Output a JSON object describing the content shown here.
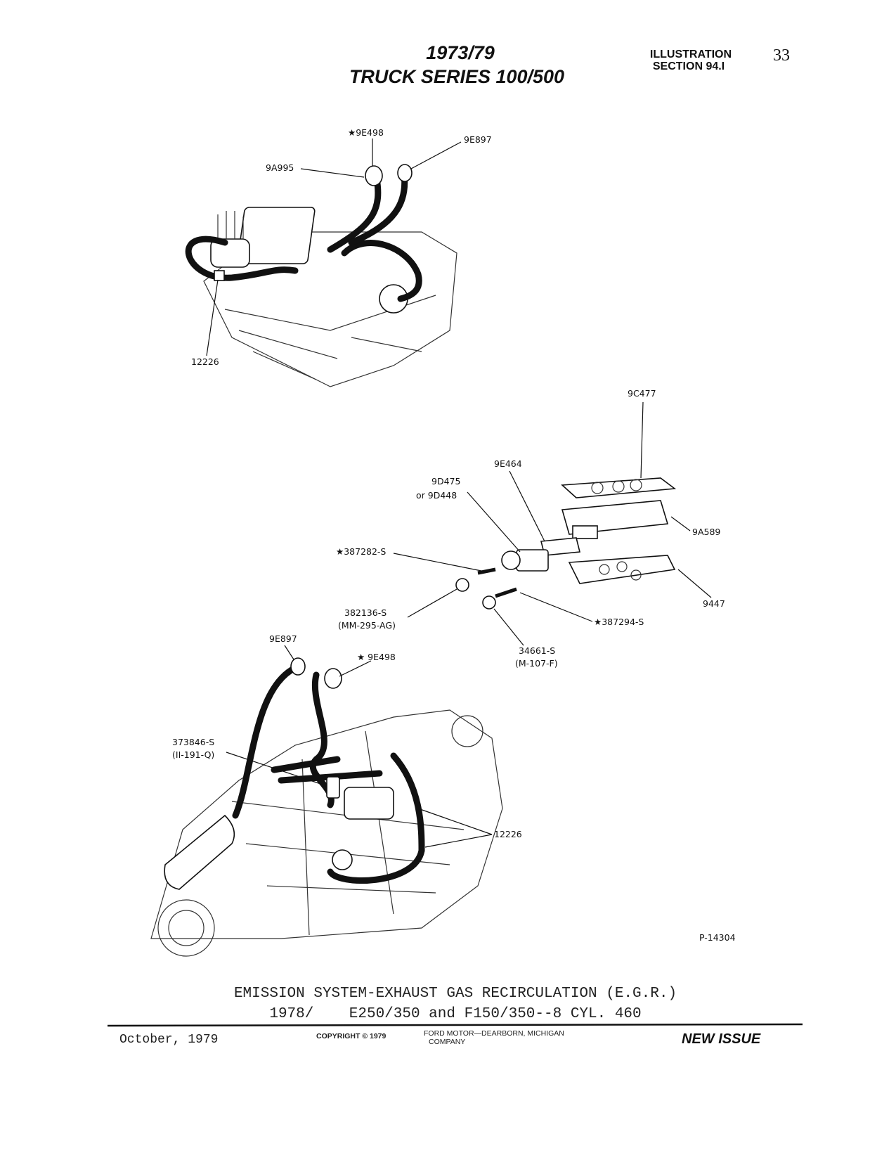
{
  "header": {
    "title_line1": "1973/79",
    "title_line2": "TRUCK SERIES 100/500",
    "illustration_label": "ILLUSTRATION",
    "section_label": "SECTION 94.I",
    "page_number": "33"
  },
  "top_view": {
    "labels": [
      "★9E498",
      "9E897",
      "9A995",
      "12226"
    ]
  },
  "exploded_view": {
    "labels": [
      "9C477",
      "9E464",
      "9D475",
      "or 9D448",
      "9A589",
      "★387282-S",
      "9447",
      "382136-S",
      "(MM-295-AG)",
      "★387294-S",
      "34661-S",
      "(M-107-F)"
    ]
  },
  "bottom_view": {
    "labels": [
      "9E897",
      "★ 9E498",
      "373846-S",
      "(II-191-Q)",
      "12226"
    ]
  },
  "figure_number": "P-14304",
  "caption": {
    "line1": "EMISSION SYSTEM-EXHAUST GAS RECIRCULATION (E.G.R.)",
    "line2": "1978/    E250/350 and F150/350--8 CYL. 460"
  },
  "footer": {
    "date": "October, 1979",
    "copyright": "COPYRIGHT © 1979",
    "company_line1": "FORD MOTOR—DEARBORN, MICHIGAN",
    "company_line2": "COMPANY",
    "status": "NEW ISSUE"
  }
}
